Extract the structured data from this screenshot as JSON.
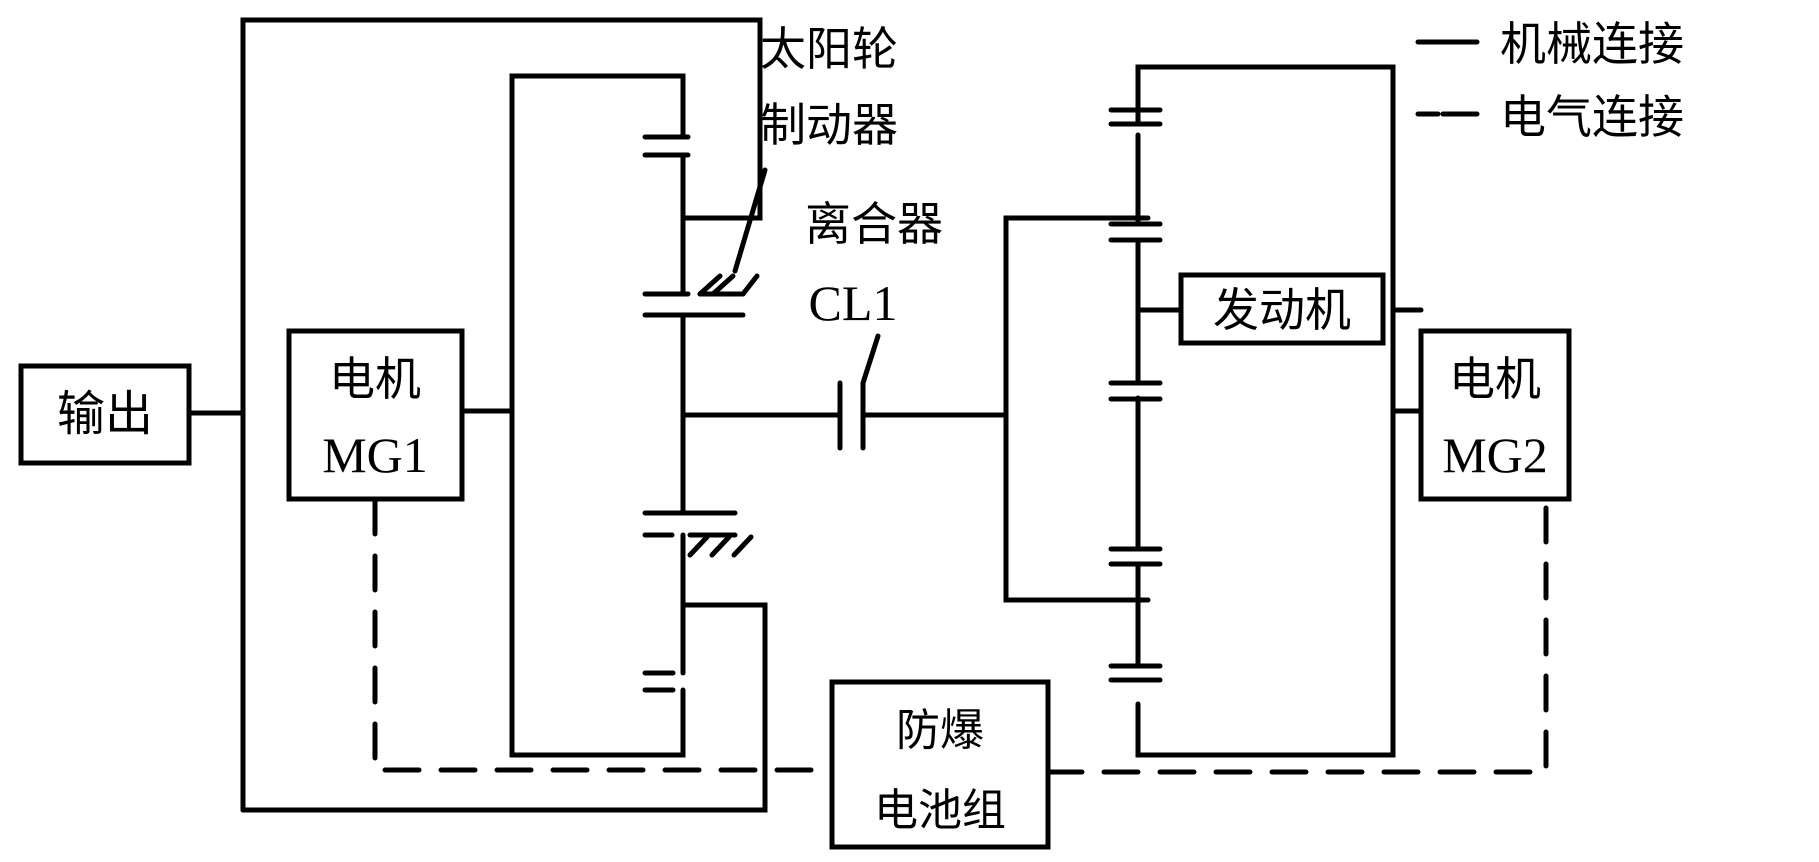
{
  "diagram": {
    "type": "hybrid powertrain schematic",
    "legend": {
      "mechanical": "机械连接",
      "electrical": "电气连接"
    },
    "components": {
      "output": "输出",
      "mg1_line1": "电机",
      "mg1_line2": "MG1",
      "sun_brake_line1": "太阳轮",
      "sun_brake_line2": "制动器",
      "clutch_line1": "离合器",
      "clutch_line2": "CL1",
      "engine": "发动机",
      "mg2_line1": "电机",
      "mg2_line2": "MG2",
      "battery_line1": "防爆",
      "battery_line2": "电池组"
    },
    "colors": {
      "stroke": "#000000",
      "background": "#ffffff"
    }
  }
}
